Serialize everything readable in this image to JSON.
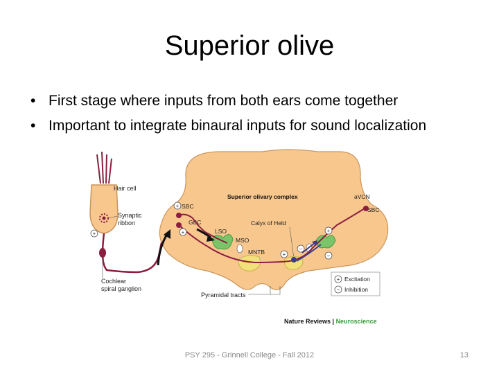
{
  "slide": {
    "title": "Superior olive",
    "bullets": [
      "First stage where inputs from both ears come together",
      "Important to integrate binaural inputs for sound localization"
    ],
    "footer": "PSY 295 - Grinnell College - Fall 2012",
    "page_number": "13"
  },
  "figure": {
    "labels": {
      "hair_cell": "Hair cell",
      "synaptic_ribbon_1": "Synaptic",
      "synaptic_ribbon_2": "ribbon",
      "cochlear_1": "Cochlear",
      "cochlear_2": "spiral ganglion",
      "soc": "Superior olivary complex",
      "avcn": "aVCN",
      "sbc_left": "SBC",
      "sbc_right": "SBC",
      "gbc": "GBC",
      "lso": "LSO",
      "mso": "MSO",
      "mntb": "MNTB",
      "calyx": "Calyx of Held",
      "pyramidal": "Pyramidal tracts",
      "excitation": "Excitation",
      "inhibition": "Inhibition",
      "credit_a": "Nature Reviews",
      "credit_sep": " | ",
      "credit_b": "Neuroscience"
    },
    "colors": {
      "brainstem": "#f7c78e",
      "outline": "#c9955a",
      "nerve": "#8b1e3f",
      "lso": "#7cc46a",
      "mntb": "#f2e07a",
      "credit_green": "#3a9a3a"
    }
  }
}
